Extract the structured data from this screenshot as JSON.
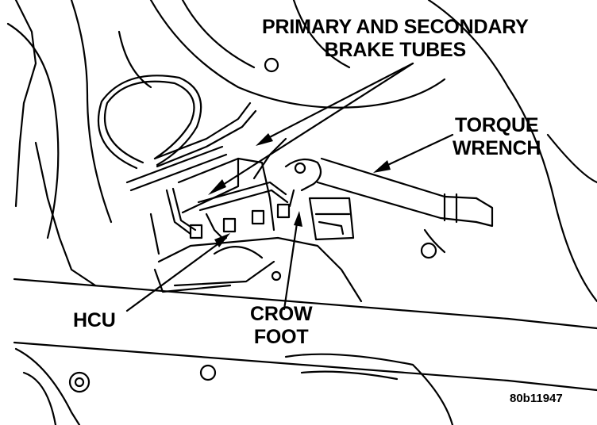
{
  "callouts": {
    "brake_tubes": [
      "PRIMARY AND SECONDARY",
      "BRAKE TUBES"
    ],
    "torque_wrench": [
      "TORQUE",
      "WRENCH"
    ],
    "hcu": [
      "HCU"
    ],
    "crow_foot": [
      "CROW",
      "FOOT"
    ]
  },
  "figure_id": "80b11947",
  "colors": {
    "ink": "#000000",
    "paper": "#ffffff"
  }
}
